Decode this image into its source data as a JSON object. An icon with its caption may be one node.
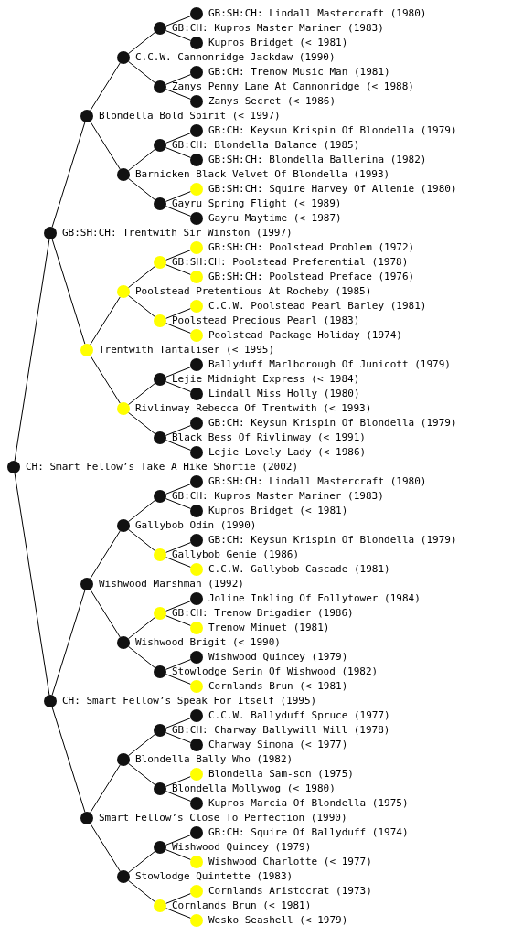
{
  "diagram": {
    "nodes": [
      {
        "text": [],
        "shape": "circle",
        "beside": [
          "GB:SH:CH: Lindall Mastercraft (1980)"
        ]
      },
      {
        "text": [],
        "shape": "circle",
        "beside": [
          "GB:CH: Kupros Master Mariner (1983)"
        ]
      },
      {
        "text": [],
        "shape": "circle",
        "beside": [
          "Kupros Bridget (< 1981)"
        ]
      },
      {
        "text": [],
        "shape": "circle",
        "beside": [
          "C.C.W. Cannonridge Jackdaw (1990)"
        ]
      },
      {
        "text": [],
        "shape": "circle",
        "beside": [
          "GB:CH: Trenow Music Man (1981)"
        ]
      },
      {
        "text": [],
        "shape": "circle",
        "beside": [
          "Zanys Penny Lane At Cannonridge (< 1988)"
        ]
      },
      {
        "text": [],
        "shape": "circle",
        "beside": [
          "Zanys Secret (< 1986)"
        ]
      },
      {
        "text": [],
        "shape": "circle",
        "beside": [
          "Blondella Bold Spirit (< 1997)"
        ]
      },
      {
        "text": [],
        "shape": "circle",
        "beside": [
          "GB:CH: Keysun Krispin Of Blondella (1979)"
        ]
      },
      {
        "text": [],
        "shape": "circle",
        "beside": [
          "GB:CH: Blondella Balance (1985)"
        ]
      },
      {
        "text": [],
        "shape": "circle",
        "beside": [
          "GB:SH:CH: Blondella Ballerina (1982)"
        ]
      },
      {
        "text": [],
        "shape": "circle",
        "beside": [
          "Barnicken Black Velvet Of Blondella (1993)"
        ]
      },
      {
        "text": [],
        "shape": "circle",
        "beside": [
          "GB:SH:CH: Squire Harvey Of Allenie (1980)"
        ]
      },
      {
        "text": [],
        "shape": "circle",
        "beside": [
          "Gayru Spring Flight (< 1989)"
        ]
      },
      {
        "text": [],
        "shape": "circle",
        "beside": [
          "Gayru Maytime (< 1987)"
        ]
      },
      {
        "text": [],
        "shape": "circle",
        "beside": [
          "GB:SH:CH: Trentwith Sir Winston (1997)"
        ]
      },
      {
        "text": [],
        "shape": "circle",
        "beside": [
          "GB:SH:CH: Poolstead Problem (1972)"
        ]
      },
      {
        "text": [],
        "shape": "circle",
        "beside": [
          "GB:SH:CH: Poolstead Preferential (1978)"
        ]
      },
      {
        "text": [],
        "shape": "circle",
        "beside": [
          "GB:SH:CH: Poolstead Preface (1976)"
        ]
      },
      {
        "text": [],
        "shape": "circle",
        "beside": [
          "Poolstead Pretentious At Rocheby (1985)"
        ]
      },
      {
        "text": [],
        "shape": "circle",
        "beside": [
          "C.C.W. Poolstead Pearl Barley (1981)"
        ]
      },
      {
        "text": [],
        "shape": "circle",
        "beside": [
          "Poolstead Precious Pearl (1983)"
        ]
      },
      {
        "text": [],
        "shape": "circle",
        "beside": [
          "Poolstead Package Holiday (1974)"
        ]
      },
      {
        "text": [],
        "shape": "circle",
        "beside": [
          "Trentwith Tantaliser (< 1995)"
        ]
      },
      {
        "text": [],
        "shape": "circle",
        "beside": [
          "Ballyduff Marlborough Of Junicott (1979)"
        ]
      },
      {
        "text": [],
        "shape": "circle",
        "beside": [
          "Lejie Midnight Express (< 1984)"
        ]
      },
      {
        "text": [],
        "shape": "circle",
        "beside": [
          "Lindall Miss Holly (1980)"
        ]
      },
      {
        "text": [],
        "shape": "circle",
        "beside": [
          "Rivlinway Rebecca Of Trentwith (< 1993)"
        ]
      },
      {
        "text": [],
        "shape": "circle",
        "beside": [
          "GB:CH: Keysun Krispin Of Blondella (1979)"
        ]
      },
      {
        "text": [],
        "shape": "circle",
        "beside": [
          "Black Bess Of Rivlinway (< 1991)"
        ]
      },
      {
        "text": [],
        "shape": "circle",
        "beside": [
          "Lejie Lovely Lady (< 1986)"
        ]
      },
      {
        "text": [],
        "shape": "circle",
        "beside": [
          "CH: Smart Fellow’s Take A Hike Shortie (2002)"
        ]
      },
      {
        "text": [],
        "shape": "circle",
        "beside": [
          "GB:SH:CH: Lindall Mastercraft (1980)"
        ]
      },
      {
        "text": [],
        "shape": "circle",
        "beside": [
          "GB:CH: Kupros Master Mariner (1983)"
        ]
      },
      {
        "text": [],
        "shape": "circle",
        "beside": [
          "Kupros Bridget (< 1981)"
        ]
      },
      {
        "text": [],
        "shape": "circle",
        "beside": [
          "Gallybob Odin (1990)"
        ]
      },
      {
        "text": [],
        "shape": "circle",
        "beside": [
          "GB:CH: Keysun Krispin Of Blondella (1979)"
        ]
      },
      {
        "text": [],
        "shape": "circle",
        "beside": [
          "Gallybob Genie (1986)"
        ]
      },
      {
        "text": [],
        "shape": "circle",
        "beside": [
          "C.C.W. Gallybob Cascade (1981)"
        ]
      },
      {
        "text": [],
        "shape": "circle",
        "beside": [
          "Wishwood Marshman (1992)"
        ]
      },
      {
        "text": [],
        "shape": "circle",
        "beside": [
          "Joline Inkling Of Follytower (1984)"
        ]
      },
      {
        "text": [],
        "shape": "circle",
        "beside": [
          "GB:CH: Trenow Brigadier (1986)"
        ]
      },
      {
        "text": [],
        "shape": "circle",
        "beside": [
          "Trenow Minuet (1981)"
        ]
      },
      {
        "text": [],
        "shape": "circle",
        "beside": [
          "Wishwood Brigit (< 1990)"
        ]
      },
      {
        "text": [],
        "shape": "circle",
        "beside": [
          "Wishwood Quincey (1979)"
        ]
      },
      {
        "text": [],
        "shape": "circle",
        "beside": [
          "Stowlodge Serin Of Wishwood (1982)"
        ]
      },
      {
        "text": [],
        "shape": "circle",
        "beside": [
          "Cornlands Brun (< 1981)"
        ]
      },
      {
        "text": [],
        "shape": "circle",
        "beside": [
          "CH: Smart Fellow’s Speak For Itself (1995)"
        ]
      },
      {
        "text": [],
        "shape": "circle",
        "beside": [
          "C.C.W. Ballyduff Spruce (1977)"
        ]
      },
      {
        "text": [],
        "shape": "circle",
        "beside": [
          "GB:CH: Charway Ballywill Will (1978)"
        ]
      },
      {
        "text": [],
        "shape": "circle",
        "beside": [
          "Charway Simona (< 1977)"
        ]
      },
      {
        "text": [],
        "shape": "circle",
        "beside": [
          "Blondella Bally Who (1982)"
        ]
      },
      {
        "text": [],
        "shape": "circle",
        "beside": [
          "Blondella Sam-son (1975)"
        ]
      },
      {
        "text": [],
        "shape": "circle",
        "beside": [
          "Blondella Mollywog (< 1980)"
        ]
      },
      {
        "text": [],
        "shape": "circle",
        "beside": [
          "Kupros Marcia Of Blondella (1975)"
        ]
      },
      {
        "text": [],
        "shape": "circle",
        "beside": [
          "Smart Fellow’s Close To Perfection (1990)"
        ]
      },
      {
        "text": [],
        "shape": "circle",
        "beside": [
          "GB:CH: Squire Of Ballyduff (1974)"
        ]
      },
      {
        "text": [],
        "shape": "circle",
        "beside": [
          "Wishwood Quincey (1979)"
        ]
      },
      {
        "text": [],
        "shape": "circle",
        "beside": [
          "Wishwood Charlotte (< 1977)"
        ]
      },
      {
        "text": [],
        "shape": "circle",
        "beside": [
          "Stowlodge Quintette (1983)"
        ]
      },
      {
        "text": [],
        "shape": "circle",
        "beside": [
          "Cornlands Aristocrat (1973)"
        ]
      },
      {
        "text": [],
        "shape": "circle",
        "beside": [
          "Cornlands Brun (< 1981)"
        ]
      },
      {
        "text": [],
        "shape": "circle",
        "beside": [
          "Wesko Seashell (< 1979)"
        ]
      }
    ],
    "edges": [
      {
        "from": 31,
        "to": 15,
        "arrow": "none"
      },
      {
        "from": 31,
        "to": 47,
        "arrow": "none"
      },
      {
        "from": 15,
        "to": 7,
        "arrow": "none"
      },
      {
        "from": 15,
        "to": 23,
        "arrow": "none"
      },
      {
        "from": 7,
        "to": 3,
        "arrow": "none"
      },
      {
        "from": 7,
        "to": 11,
        "arrow": "none"
      },
      {
        "from": 3,
        "to": 1,
        "arrow": "none"
      },
      {
        "from": 3,
        "to": 5,
        "arrow": "none"
      },
      {
        "from": 1,
        "to": 0,
        "arrow": "none"
      },
      {
        "from": 1,
        "to": 2,
        "arrow": "none"
      },
      {
        "from": 5,
        "to": 4,
        "arrow": "none"
      },
      {
        "from": 5,
        "to": 6,
        "arrow": "none"
      },
      {
        "from": 11,
        "to": 9,
        "arrow": "none"
      },
      {
        "from": 11,
        "to": 13,
        "arrow": "none"
      },
      {
        "from": 9,
        "to": 8,
        "arrow": "none"
      },
      {
        "from": 9,
        "to": 10,
        "arrow": "none"
      },
      {
        "from": 13,
        "to": 12,
        "arrow": "none"
      },
      {
        "from": 13,
        "to": 14,
        "arrow": "none"
      },
      {
        "from": 23,
        "to": 19,
        "arrow": "none"
      },
      {
        "from": 23,
        "to": 27,
        "arrow": "none"
      },
      {
        "from": 19,
        "to": 17,
        "arrow": "none"
      },
      {
        "from": 19,
        "to": 21,
        "arrow": "none"
      },
      {
        "from": 17,
        "to": 16,
        "arrow": "none"
      },
      {
        "from": 17,
        "to": 18,
        "arrow": "none"
      },
      {
        "from": 21,
        "to": 20,
        "arrow": "none"
      },
      {
        "from": 21,
        "to": 22,
        "arrow": "none"
      },
      {
        "from": 27,
        "to": 25,
        "arrow": "none"
      },
      {
        "from": 27,
        "to": 29,
        "arrow": "none"
      },
      {
        "from": 25,
        "to": 24,
        "arrow": "none"
      },
      {
        "from": 25,
        "to": 26,
        "arrow": "none"
      },
      {
        "from": 29,
        "to": 28,
        "arrow": "none"
      },
      {
        "from": 29,
        "to": 30,
        "arrow": "none"
      },
      {
        "from": 47,
        "to": 39,
        "arrow": "none"
      },
      {
        "from": 47,
        "to": 55,
        "arrow": "none"
      },
      {
        "from": 39,
        "to": 35,
        "arrow": "none"
      },
      {
        "from": 39,
        "to": 43,
        "arrow": "none"
      },
      {
        "from": 35,
        "to": 33,
        "arrow": "none"
      },
      {
        "from": 35,
        "to": 37,
        "arrow": "none"
      },
      {
        "from": 33,
        "to": 32,
        "arrow": "none"
      },
      {
        "from": 33,
        "to": 34,
        "arrow": "none"
      },
      {
        "from": 37,
        "to": 36,
        "arrow": "none"
      },
      {
        "from": 37,
        "to": 38,
        "arrow": "none"
      },
      {
        "from": 43,
        "to": 41,
        "arrow": "none"
      },
      {
        "from": 43,
        "to": 45,
        "arrow": "none"
      },
      {
        "from": 41,
        "to": 40,
        "arrow": "none"
      },
      {
        "from": 41,
        "to": 42,
        "arrow": "none"
      },
      {
        "from": 45,
        "to": 44,
        "arrow": "none"
      },
      {
        "from": 45,
        "to": 46,
        "arrow": "none"
      },
      {
        "from": 55,
        "to": 51,
        "arrow": "none"
      },
      {
        "from": 55,
        "to": 59,
        "arrow": "none"
      },
      {
        "from": 51,
        "to": 49,
        "arrow": "none"
      },
      {
        "from": 51,
        "to": 53,
        "arrow": "none"
      },
      {
        "from": 49,
        "to": 48,
        "arrow": "none"
      },
      {
        "from": 49,
        "to": 50,
        "arrow": "none"
      },
      {
        "from": 53,
        "to": 52,
        "arrow": "none"
      },
      {
        "from": 53,
        "to": 54,
        "arrow": "none"
      },
      {
        "from": 59,
        "to": 57,
        "arrow": "none"
      },
      {
        "from": 59,
        "to": 61,
        "arrow": "none"
      },
      {
        "from": 57,
        "to": 56,
        "arrow": "none"
      },
      {
        "from": 57,
        "to": 58,
        "arrow": "none"
      },
      {
        "from": 61,
        "to": 60,
        "arrow": "none"
      },
      {
        "from": 61,
        "to": 62,
        "arrow": "none"
      }
    ]
  }
}
